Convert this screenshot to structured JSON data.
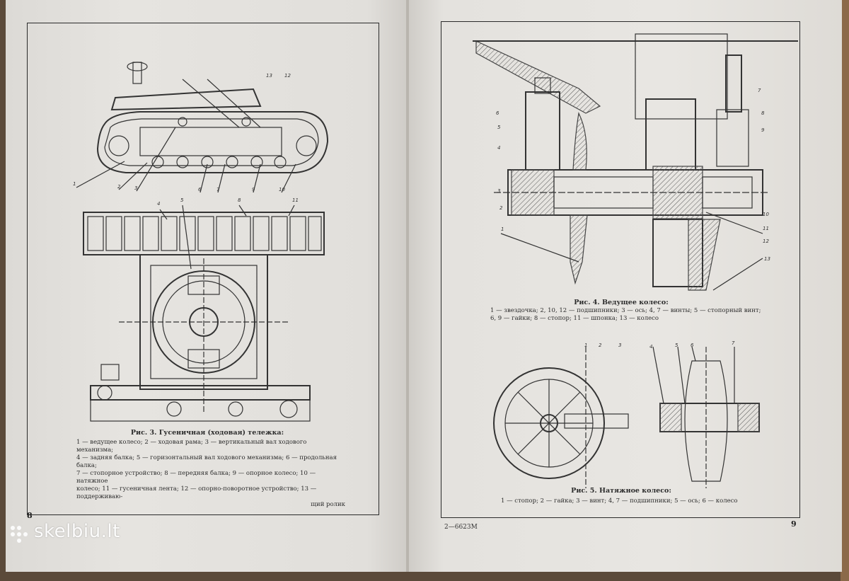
{
  "left_page": {
    "fig3_caption_title": "Рис. 3. Гусеничная (ходовая) тележка:",
    "fig3_caption_lines": [
      "1 — ведущее колесо; 2 — ходовая рама; 3 — вертикальный вал ходового механизма;",
      "4 — задняя балка; 5 — горизонтальный вал ходового механизма; 6 — продольная балка;",
      "7 — стопорное устройство; 8 — передняя балка; 9 — опорное колесо; 10 — натяжное",
      "колесо; 11 — гусеничная лента; 12 — опорно-поворотное устройство; 13 — поддерживаю-",
      "щий ролик"
    ],
    "page_number": "8",
    "callouts_top": [
      "13",
      "12"
    ],
    "callouts_bottom": [
      "1",
      "2",
      "3",
      "6",
      "7",
      "9",
      "10"
    ],
    "callouts_plan": [
      "4",
      "5",
      "8",
      "11"
    ]
  },
  "right_page": {
    "fig4_caption_title": "Рис. 4. Ведущее колесо:",
    "fig4_caption_lines": [
      "1 — звездочка; 2, 10, 12 — подшипники; 3 — ось; 4, 7 — винты; 5 — стопорный винт;",
      "6, 9 — гайки; 8 — стопор; 11 — шпонка; 13 — колесо"
    ],
    "fig5_caption_title": "Рис. 5. Натяжное колесо:",
    "fig5_caption_lines": [
      "1 — стопор; 2 — гайка; 3 — винт; 4, 7 — подшипники; 5 — ось; 6 — колесо"
    ],
    "print_code": "2—6623М",
    "page_number": "9",
    "fig4_callouts_left": [
      "6",
      "5",
      "4",
      "3",
      "2",
      "1"
    ],
    "fig4_callouts_right": [
      "7",
      "8",
      "9",
      "10",
      "11",
      "12",
      "13"
    ],
    "fig5_callouts": [
      "1",
      "2",
      "3",
      "4",
      "5",
      "6",
      "7"
    ]
  },
  "watermark": {
    "text": "skelbiu.lt"
  }
}
